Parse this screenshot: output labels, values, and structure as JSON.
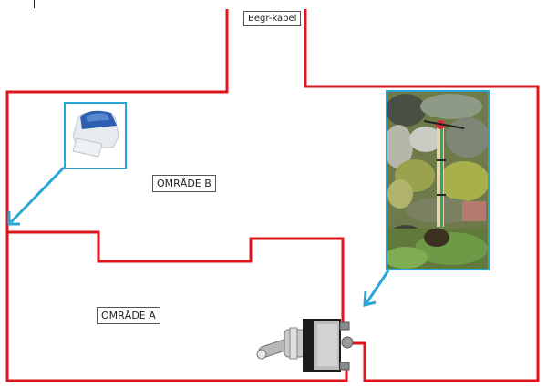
{
  "labels": {
    "cable": "Begr-kabel",
    "area_b": "OMRÅDE B",
    "area_a": "OMRÅDE A"
  },
  "images": {
    "connector": "wire-connector",
    "garden_photo": "garden-cable-photo",
    "switch": "toggle-switch"
  },
  "colors": {
    "wire": "#e0141c",
    "arrow": "#29a6d6",
    "connector_blue": "#2f5fb0"
  }
}
